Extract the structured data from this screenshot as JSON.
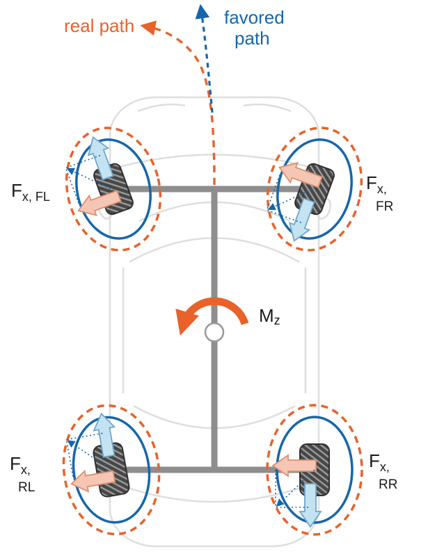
{
  "colors": {
    "orange": "#e8622a",
    "blue": "#1566ab",
    "salmon_fill": "#f6c6b4",
    "salmon_stroke": "#db8f6f",
    "lightblue_fill": "#c4e3f2",
    "lightblue_stroke": "#6fa6c9",
    "structure_gray": "#8e8e8e",
    "car_outline": "#dedede",
    "tire_dark": "#474747",
    "tire_stripe": "#9a9a9a",
    "text": "#1a1a1a"
  },
  "title_labels": {
    "real_path": "real path",
    "favored_line1": "favored",
    "favored_line2": "path"
  },
  "moment": {
    "main": "M",
    "sub": "z"
  },
  "wheels": {
    "fl": {
      "main": "F",
      "sub": "x, FL"
    },
    "fr": {
      "main": "F",
      "sub": "x,",
      "code": "FR"
    },
    "rl": {
      "main": "F",
      "sub": "x,",
      "code": "RL"
    },
    "rr": {
      "main": "F",
      "sub": "x,",
      "code": "RR"
    }
  }
}
